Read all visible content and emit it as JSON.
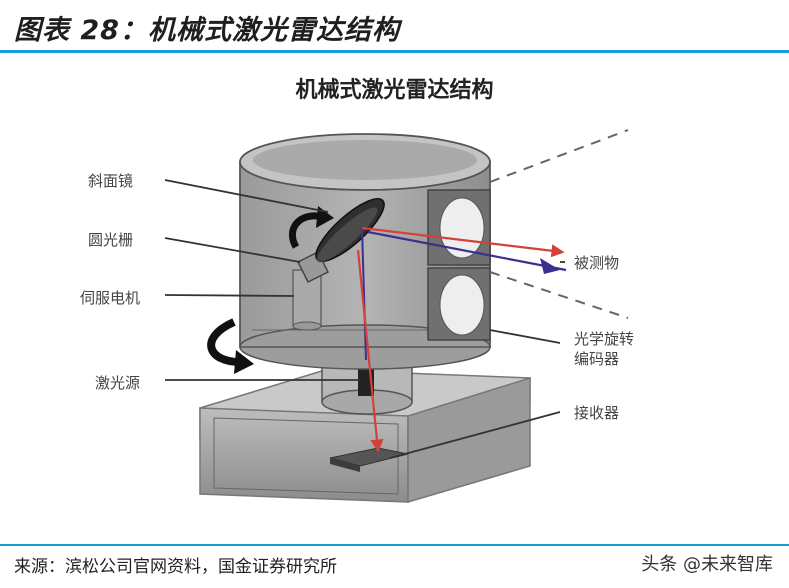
{
  "figure": {
    "title": "图表 28：机械式激光雷达结构",
    "diagram_title": "机械式激光雷达结构",
    "source": "来源：滨松公司官网资料，国金证券研究所",
    "watermark": "头条 @未来智库"
  },
  "labels": {
    "mirror": "斜面镜",
    "grating": "圆光栅",
    "servo_motor": "伺服电机",
    "laser_source": "激光源",
    "target": "被测物",
    "encoder_line1": "光学旋转",
    "encoder_line2": "编码器",
    "receiver": "接收器"
  },
  "colors": {
    "accent": "#1b9bd7",
    "laser_beam": "#d6403a",
    "return_beam": "#3b2f8f",
    "housing": "#8a8a8a"
  }
}
